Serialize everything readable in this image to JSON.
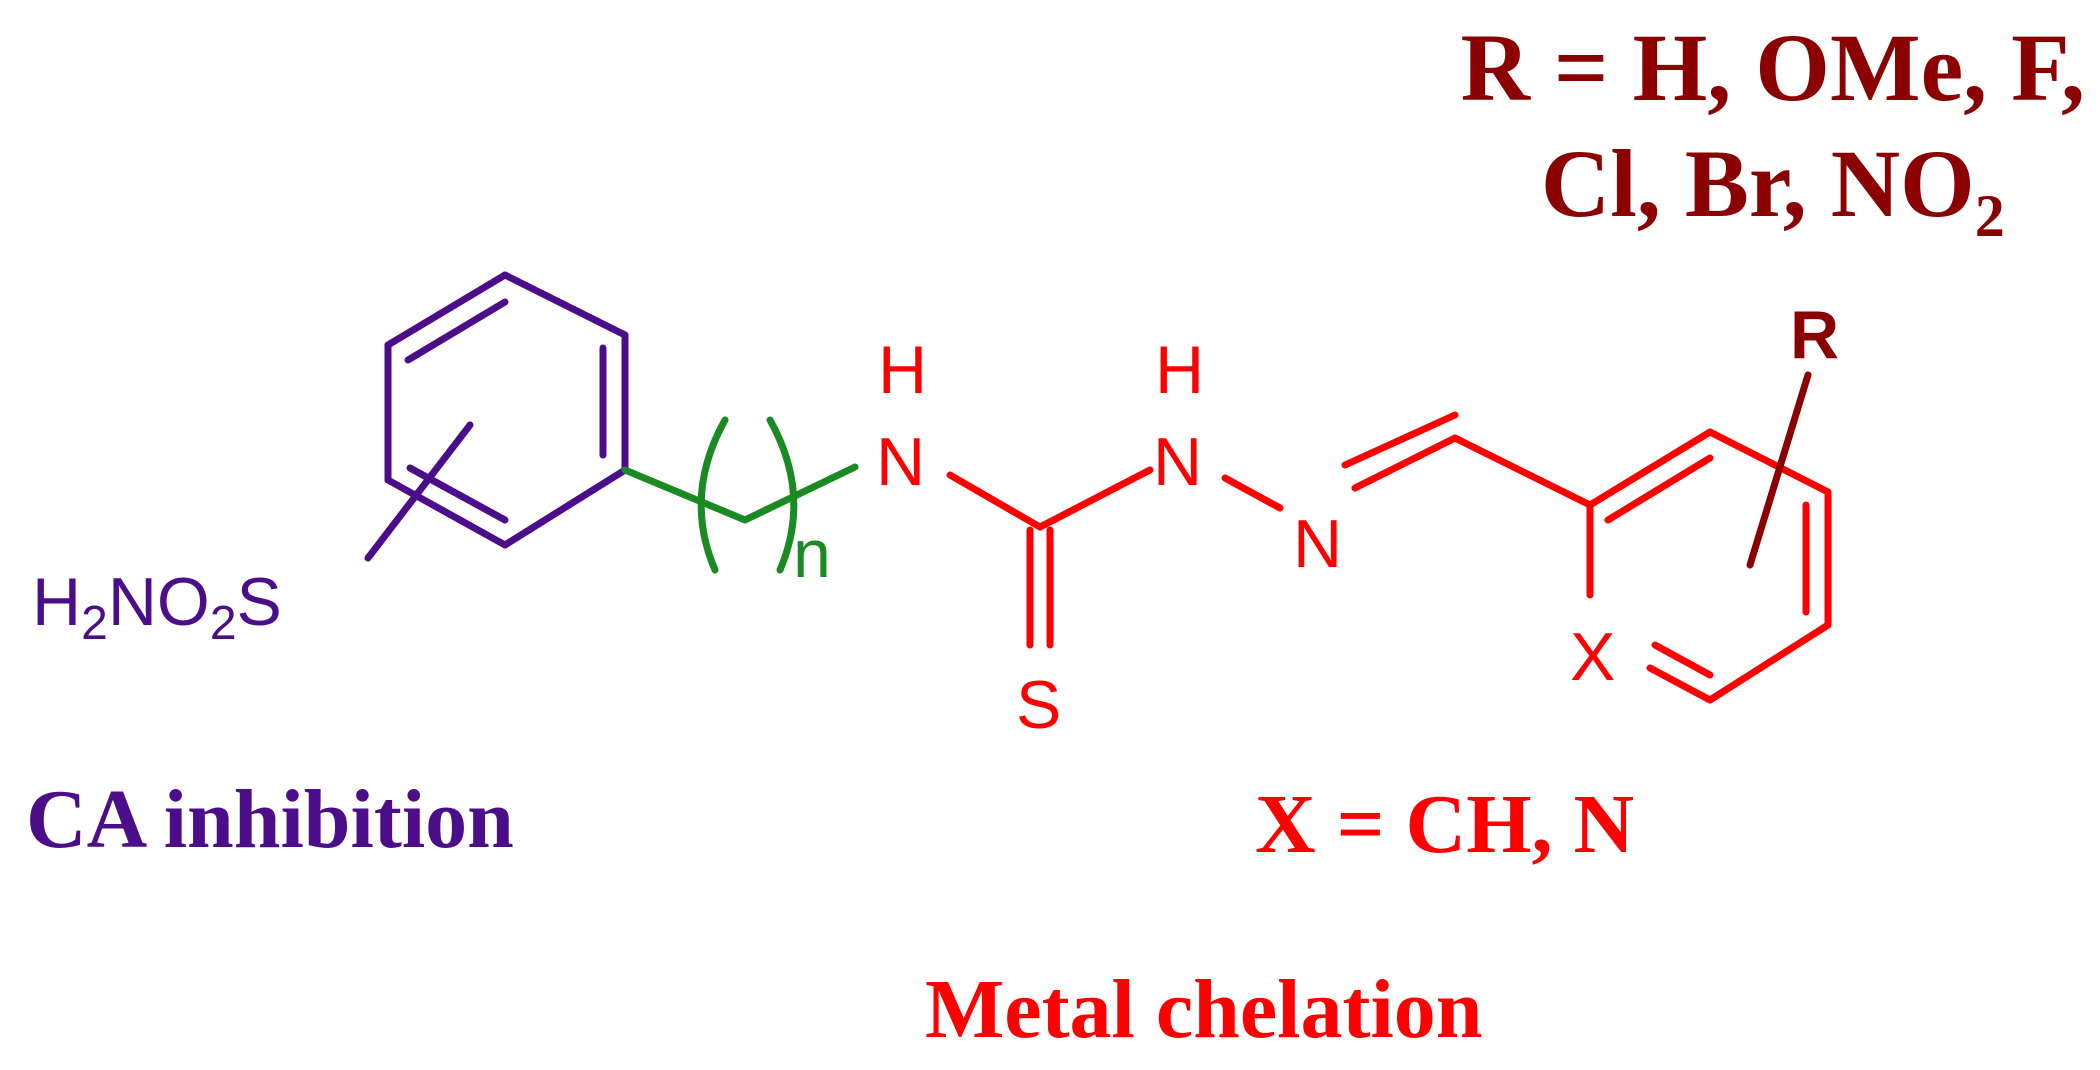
{
  "colors": {
    "purple": "#4B0D8A",
    "green": "#1A8A22",
    "red": "#FF0000",
    "darkred": "#8B0000"
  },
  "labels": {
    "r_definition_line1": "R = H, OMe, F,",
    "r_definition_line2": "Cl, Br, NO2",
    "ca_inhibition": "CA inhibition",
    "x_definition": "X = CH, N",
    "metal_chelation": "Metal chelation"
  },
  "atoms": {
    "sulfonamide": "H2NO2S",
    "chain_repeat": "n",
    "nh1_h": "H",
    "nh1_n": "N",
    "nh2_h": "H",
    "nh2_n": "N",
    "imine_n": "N",
    "thione_s": "S",
    "ring_x": "X",
    "substituent_r": "R"
  }
}
